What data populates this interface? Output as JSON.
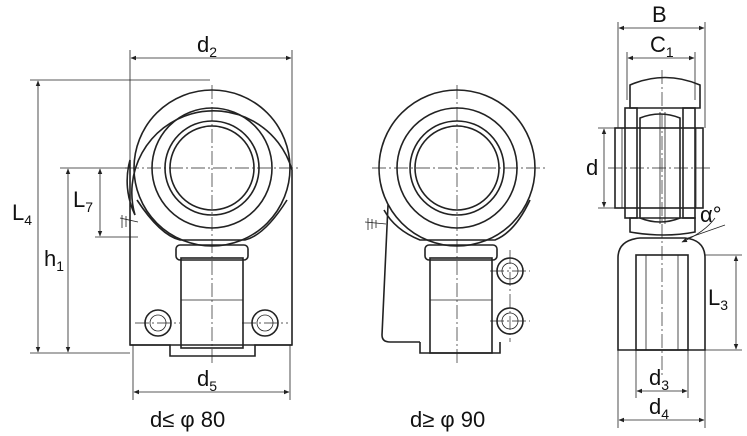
{
  "views": {
    "left_caption": "d≤ φ 80",
    "middle_caption": "d≥ φ 90"
  },
  "labels": {
    "d2": {
      "main": "d",
      "sub": "2"
    },
    "L4": {
      "main": "L",
      "sub": "4"
    },
    "L7": {
      "main": "L",
      "sub": "7"
    },
    "h1": {
      "main": "h",
      "sub": "1"
    },
    "d5": {
      "main": "d",
      "sub": "5"
    },
    "B": {
      "main": "B"
    },
    "C1": {
      "main": "C",
      "sub": "1"
    },
    "d": {
      "main": "d"
    },
    "alpha": {
      "main": "α°"
    },
    "L3": {
      "main": "L",
      "sub": "3"
    },
    "d3": {
      "main": "d",
      "sub": "3"
    },
    "d4": {
      "main": "d",
      "sub": "4"
    }
  },
  "colors": {
    "line": "#222222",
    "background": "#ffffff"
  }
}
